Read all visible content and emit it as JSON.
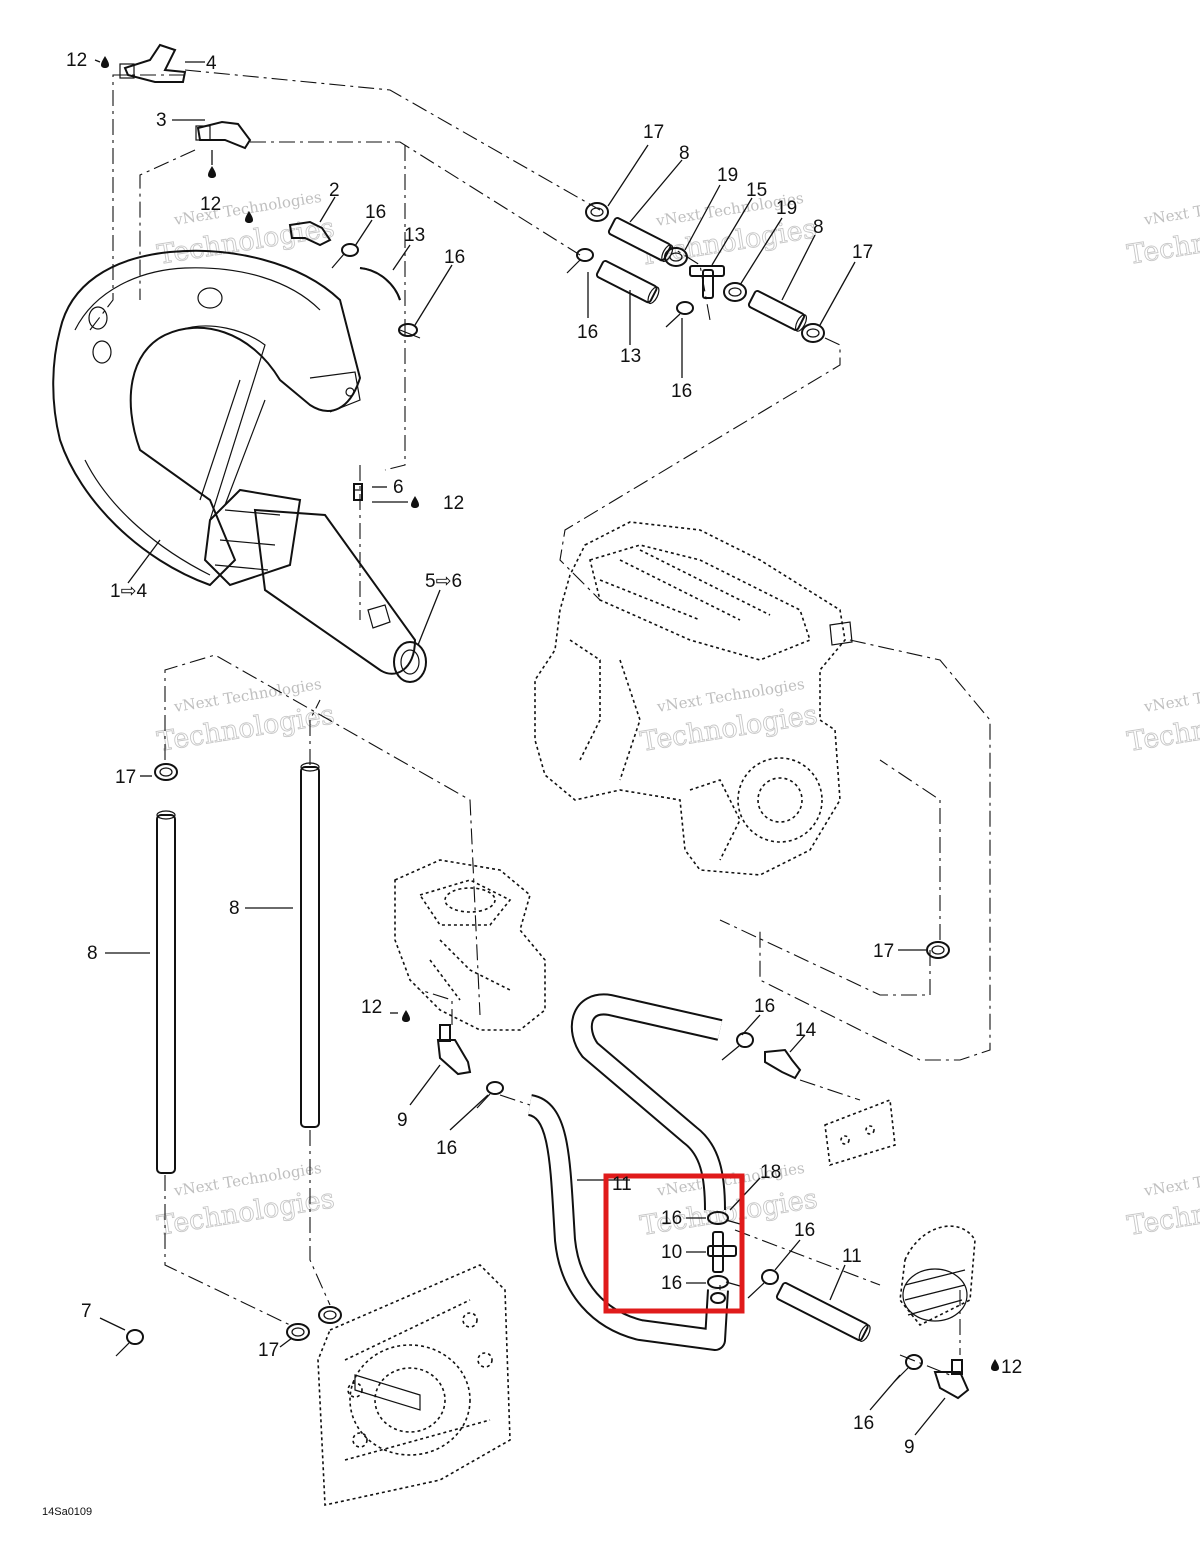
{
  "diagram_code": "14Sa0109",
  "watermark": {
    "line1": "vNext Technologies",
    "line2": "Technologies"
  },
  "callouts": {
    "c12_top": "12",
    "c4_top": "4",
    "c3": "3",
    "c12_mid": "12",
    "c2": "2",
    "c16_a": "16",
    "c13_a": "13",
    "c16_b": "16",
    "c17_top": "17",
    "c8_top": "8",
    "c19_a": "19",
    "c15": "15",
    "c19_b": "19",
    "c8_right": "8",
    "c17_right": "17",
    "c16_c": "16",
    "c13_b": "13",
    "c16_d": "16",
    "c6": "6",
    "c12_6": "12",
    "c1_4": "1⇨4",
    "c5_6": "5⇨6",
    "c17_left": "17",
    "c8_left2": "8",
    "c8_left1": "8",
    "c17_engine": "17",
    "c12_lower": "12",
    "c16_e": "16",
    "c14": "14",
    "c9_left": "9",
    "c16_f": "16",
    "c18": "18",
    "c11_hidden": "11",
    "c16_g": "16",
    "c10": "10",
    "c16_h": "16",
    "c16_i": "16",
    "c11": "11",
    "c7": "7",
    "c17_bottom_a": "17",
    "c12_right": "12",
    "c16_j": "16",
    "c9_right": "9"
  },
  "highlight_color": "#e01b1b"
}
